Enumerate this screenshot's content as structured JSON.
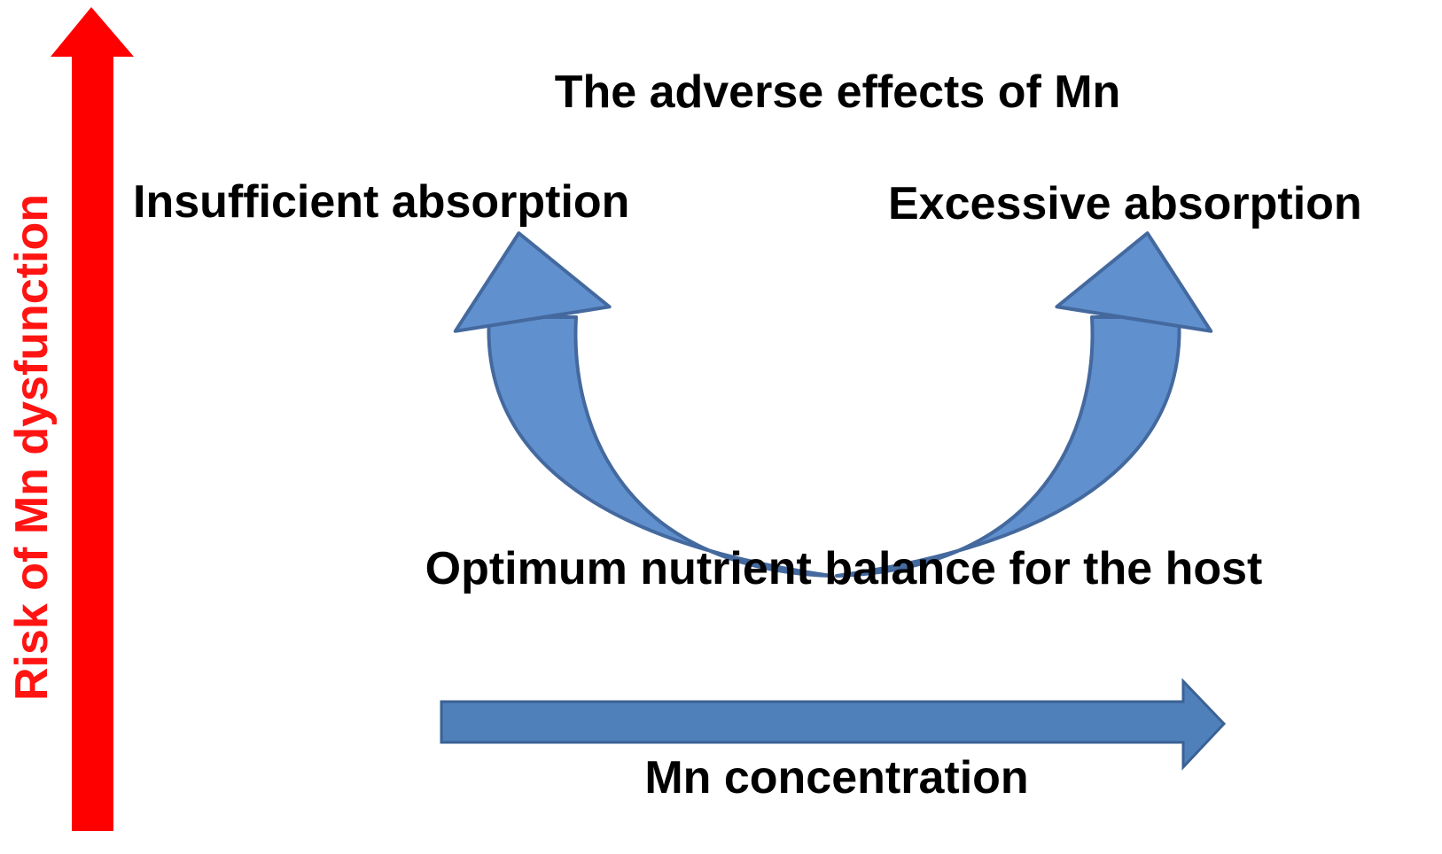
{
  "diagram": {
    "title": "The adverse effects of Mn",
    "y_axis": {
      "label": "Risk of Mn dysfunction",
      "text_color": "#ff1412",
      "arrow_color": "#ff0000",
      "direction": "up"
    },
    "x_axis": {
      "label": "Mn concentration",
      "arrow_fill": "#4f80ba",
      "arrow_stroke": "#3a6295",
      "direction": "right"
    },
    "u_curve": {
      "shape": "U-shaped double-headed curved arrow",
      "left_end_label": "Insufficient absorption",
      "right_end_label": "Excessive absorption",
      "bottom_label": "Optimum nutrient balance for the host",
      "fill": "#6090ce",
      "stroke": "#44699e"
    },
    "text_color": "#000000",
    "background": "#ffffff"
  }
}
